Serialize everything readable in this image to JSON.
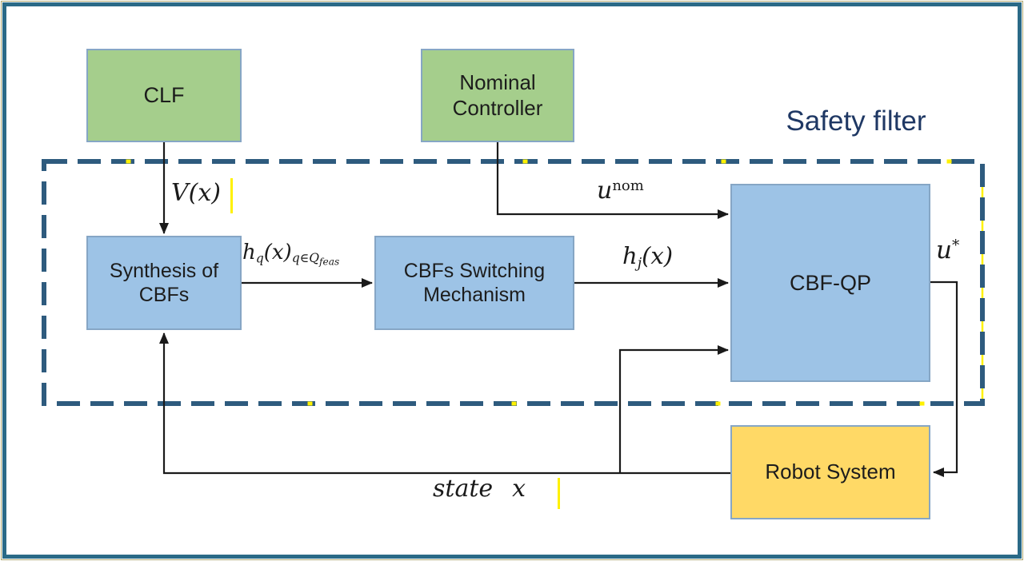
{
  "title": "Safety filter",
  "nodes": {
    "clf": "CLF",
    "nominal_controller": [
      "Nominal",
      "Controller"
    ],
    "synthesis_of_cbfs": [
      "Synthesis of",
      "CBFs"
    ],
    "cbfs_switching_mechanism": [
      "CBFs Switching",
      "Mechanism"
    ],
    "cbf_qp": "CBF-QP",
    "robot_system": "Robot System"
  },
  "edge_labels": {
    "clf_to_synthesis": "V(x)",
    "unom": {
      "base": "u",
      "sup": "nom"
    },
    "hq": {
      "base": "h",
      "sub1": "q",
      "mid": "(x)",
      "sub2": "q∈Q",
      "sub3": "feas"
    },
    "hj": {
      "base": "h",
      "sub": "j",
      "mid": "(x)"
    },
    "ustar": {
      "base": "u",
      "sup": "*"
    },
    "state": {
      "word": "state",
      "var": "x"
    }
  },
  "colors": {
    "box_green": "#a5ce8c",
    "box_blue": "#9dc3e6",
    "box_yellow": "#ffd966",
    "box_border": "#86a6c5",
    "dash_border": "#2e5b7e",
    "title_text": "#1f3864",
    "arrow": "#1a1a1a",
    "highlight_yellow": "#fff100",
    "frame_teal": "#2a6a87",
    "frame_olive": "#ada670"
  }
}
